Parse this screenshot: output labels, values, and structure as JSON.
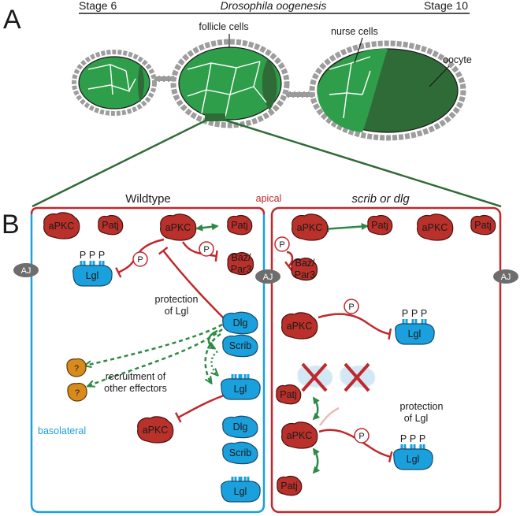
{
  "panels": {
    "a": "A",
    "b": "B"
  },
  "stage_bar": {
    "left": "Stage 6",
    "title": "Drosophila oogenesis",
    "right": "Stage 10"
  },
  "oogenesis_labels": {
    "follicle": "follicle cells",
    "nurse": "nurse cells",
    "oocyte": "oocyte"
  },
  "headers": {
    "wildtype": "Wildtype",
    "apical": "apical",
    "mutant": "scrib or dlg",
    "basolateral": "basolateral"
  },
  "proteins": {
    "apkc": "aPKC",
    "patj": "Patj",
    "baz1": "Baz/",
    "baz2": "Par3",
    "lgl": "Lgl",
    "dlg": "Dlg",
    "scrib": "Scrib",
    "unknown": "?"
  },
  "marks": {
    "phos": "P",
    "aj": "AJ"
  },
  "notes": {
    "protection1": "protection",
    "protection2": "of Lgl",
    "recruit1": "recruitment of",
    "recruit2": "other effectors"
  },
  "colors": {
    "red": "#c0282c",
    "red_protein": "#b9312a",
    "blue": "#1aa0dc",
    "blue_stroke": "#1a6fa0",
    "green": "#2c8a45",
    "cell_green": "#2e9e4a",
    "oocyte_green": "#2f6b37",
    "orange": "#d98a1c",
    "aj_gray": "#6d6d6d",
    "ghost": "#cfe6f4"
  }
}
